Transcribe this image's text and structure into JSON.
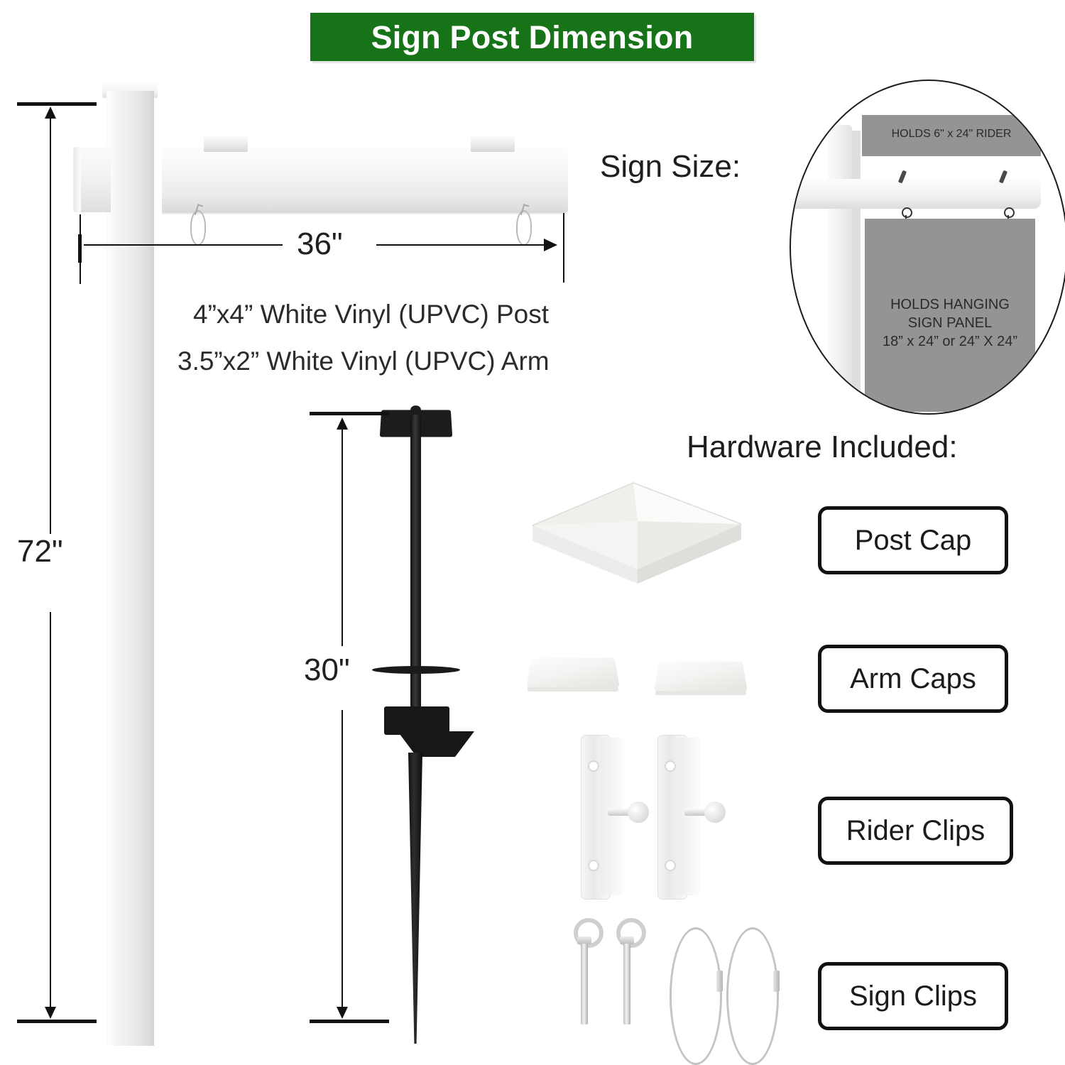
{
  "title": {
    "text": "Sign Post Dimension",
    "banner_color": "#177317",
    "text_color": "#ffffff"
  },
  "diagram": {
    "post_height_label": "72\"",
    "arm_length_label": "36\"",
    "stake_length_label": "30\"",
    "spec_post": "4”x4” White Vinyl (UPVC) Post",
    "spec_arm": "3.5”x2” White Vinyl (UPVC) Arm"
  },
  "sign_size": {
    "heading": "Sign Size:",
    "rider_text": "HOLDS 6\" x 24\"  RIDER",
    "panel_line1": "HOLDS HANGING",
    "panel_line2": "SIGN PANEL",
    "panel_line3": "18” x 24” or 24” X 24”",
    "panel_color": "#949494"
  },
  "hardware": {
    "heading": "Hardware Included:",
    "items": [
      {
        "label": "Post Cap"
      },
      {
        "label": "Arm Caps"
      },
      {
        "label": "Rider Clips"
      },
      {
        "label": "Sign Clips"
      }
    ]
  }
}
